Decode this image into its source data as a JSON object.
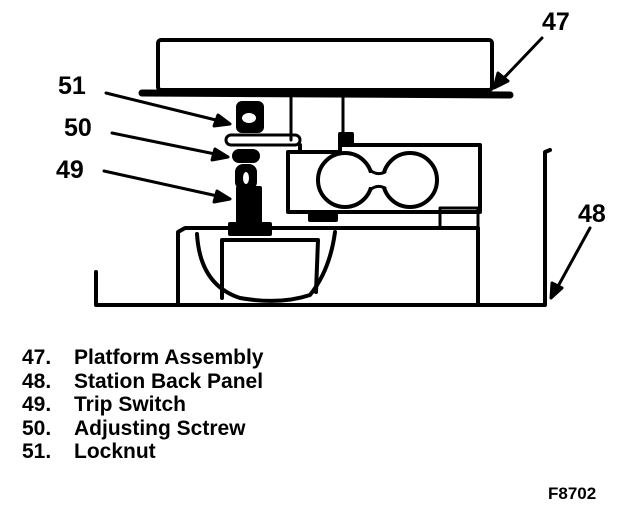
{
  "callouts": {
    "c47": "47",
    "c48": "48",
    "c49": "49",
    "c50": "50",
    "c51": "51"
  },
  "legend": [
    {
      "num": "47.",
      "label": "Platform Assembly"
    },
    {
      "num": "48.",
      "label": "Station Back Panel"
    },
    {
      "num": "49.",
      "label": "Trip Switch"
    },
    {
      "num": "50.",
      "label": "Adjusting Sctrew"
    },
    {
      "num": "51.",
      "label": "Locknut"
    }
  ],
  "figure_id": "F8702"
}
